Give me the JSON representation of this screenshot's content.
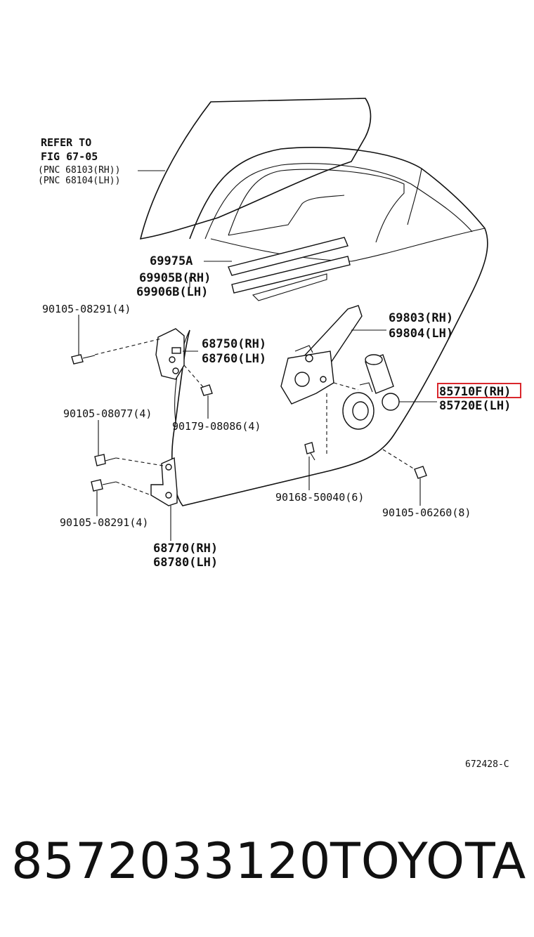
{
  "diagram": {
    "refer_line1": "REFER TO",
    "refer_line2": "FIG 67-05",
    "refer_pnc1": "(PNC 68103(RH))",
    "refer_pnc2": "(PNC 68104(LH))",
    "callouts": {
      "c69975a": "69975A",
      "c69905b": "69905B(RH)",
      "c69906b": "69906B(LH)",
      "c9010508291_top": "90105-08291(4)",
      "c68750": "68750(RH)",
      "c68760": "68760(LH)",
      "c69803": "69803(RH)",
      "c69804": "69804(LH)",
      "c85710f": "85710F(RH)",
      "c85720e": "85720E(LH)",
      "c9010508077": "90105-08077(4)",
      "c9017908086": "90179-08086(4)",
      "c9016850040": "90168-50040(6)",
      "c9010506260": "90105-06260(8)",
      "c9010508291_bot": "90105-08291(4)",
      "c68770": "68770(RH)",
      "c68780": "68780(LH)"
    },
    "highlight_color": "#d9262c",
    "illustration_code": "672428-C"
  },
  "footer": {
    "part_number": "8572033120",
    "brand": "TOYOTA"
  }
}
